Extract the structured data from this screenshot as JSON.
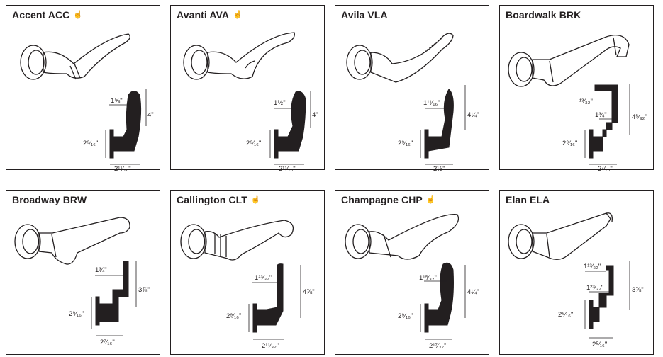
{
  "products": [
    {
      "name": "Accent ACC",
      "ergonomic": true,
      "dims": {
        "handle": "1⅝\"",
        "height": "4\"",
        "rose": "2⁹⁄₁₆\"",
        "projection": "2¹¹⁄₁₆\""
      }
    },
    {
      "name": "Avanti AVA",
      "ergonomic": true,
      "dims": {
        "handle": "1½\"",
        "height": "4\"",
        "rose": "2⁹⁄₁₆\"",
        "projection": "2¹¹⁄₁₆\""
      }
    },
    {
      "name": "Avila VLA",
      "ergonomic": false,
      "dims": {
        "handle": "1¹¹⁄₁₆\"",
        "height": "4¼\"",
        "rose": "2⁹⁄₁₆\"",
        "projection": "2½\""
      }
    },
    {
      "name": "Boardwalk BRK",
      "ergonomic": false,
      "dims": {
        "handle": "¹³⁄₃₂\"",
        "handle2": "1¾\"",
        "height": "4⁵⁄₃₂\"",
        "rose": "2⁹⁄₁₆\"",
        "projection": "2⁷⁄₁₆\""
      }
    },
    {
      "name": "Broadway BRW",
      "ergonomic": false,
      "dims": {
        "handle": "1¾\"",
        "height": "3⅞\"",
        "rose": "2⁹⁄₁₆\"",
        "projection": "2⁷⁄₁₆\""
      }
    },
    {
      "name": "Callington CLT",
      "ergonomic": true,
      "dims": {
        "handle": "1²³⁄₃₂\"",
        "height": "4⅞\"",
        "rose": "2⁹⁄₁₆\"",
        "projection": "2¹¹⁄₃₂\""
      }
    },
    {
      "name": "Champagne CHP",
      "ergonomic": true,
      "dims": {
        "handle": "1¹⁵⁄₃₂\"",
        "height": "4¼\"",
        "rose": "2⁹⁄₁₆\"",
        "projection": "2¹⁷⁄₃₂\""
      }
    },
    {
      "name": "Elan ELA",
      "ergonomic": false,
      "dims": {
        "handle": "1¹³⁄₃₂\"",
        "handle2": "1²³⁄₃₂\"",
        "height": "3⅞\"",
        "rose": "2⁹⁄₁₆\"",
        "projection": "2⁵⁄₁₆\""
      }
    }
  ],
  "icons": {
    "ergonomic": "hand-icon"
  },
  "colors": {
    "ink": "#231f20"
  }
}
